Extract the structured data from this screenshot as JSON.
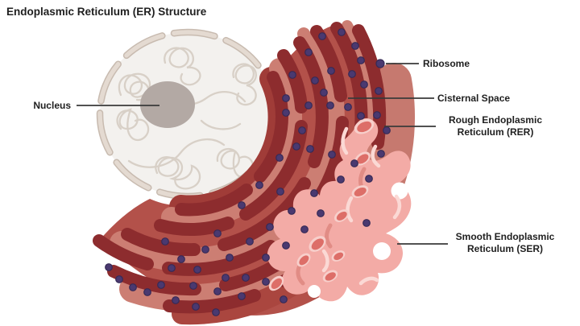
{
  "title": "Endoplasmic Reticulum (ER) Structure",
  "labels": {
    "nucleus": "Nucleus",
    "ribosome": "Ribosome",
    "cisternal_space": "Cisternal Space",
    "rough_er": "Rough Endoplasmic Reticulum (RER)",
    "smooth_er": "Smooth Endoplasmic Reticulum (SER)"
  },
  "colors": {
    "ink": "#1f1f1f",
    "leader": "#3a3a3a",
    "rer-dark": "#8d2c2e",
    "rer-mid": "#b3514a",
    "rer-salmon": "#cc7e73",
    "rer-wash": "#c6796f",
    "rer-rim": "#aa463f",
    "rer-inner": "#a03c38",
    "ser-pink": "#f3aba6",
    "ser-rim": "#f7cfcb",
    "ser-mouth": "#dd6e68",
    "ser-highlight": "#fbd9d5",
    "ser-shade": "#e18c85",
    "ribosome": "#4a3970",
    "ribosome-edge": "#362a56",
    "nucleus-fill": "#f3f1ee",
    "chromatin": "#d8d0c7",
    "envelope": "#e4dad1",
    "envelope-edge": "#c8bbb0",
    "nucleolus": "#b3a9a4"
  }
}
